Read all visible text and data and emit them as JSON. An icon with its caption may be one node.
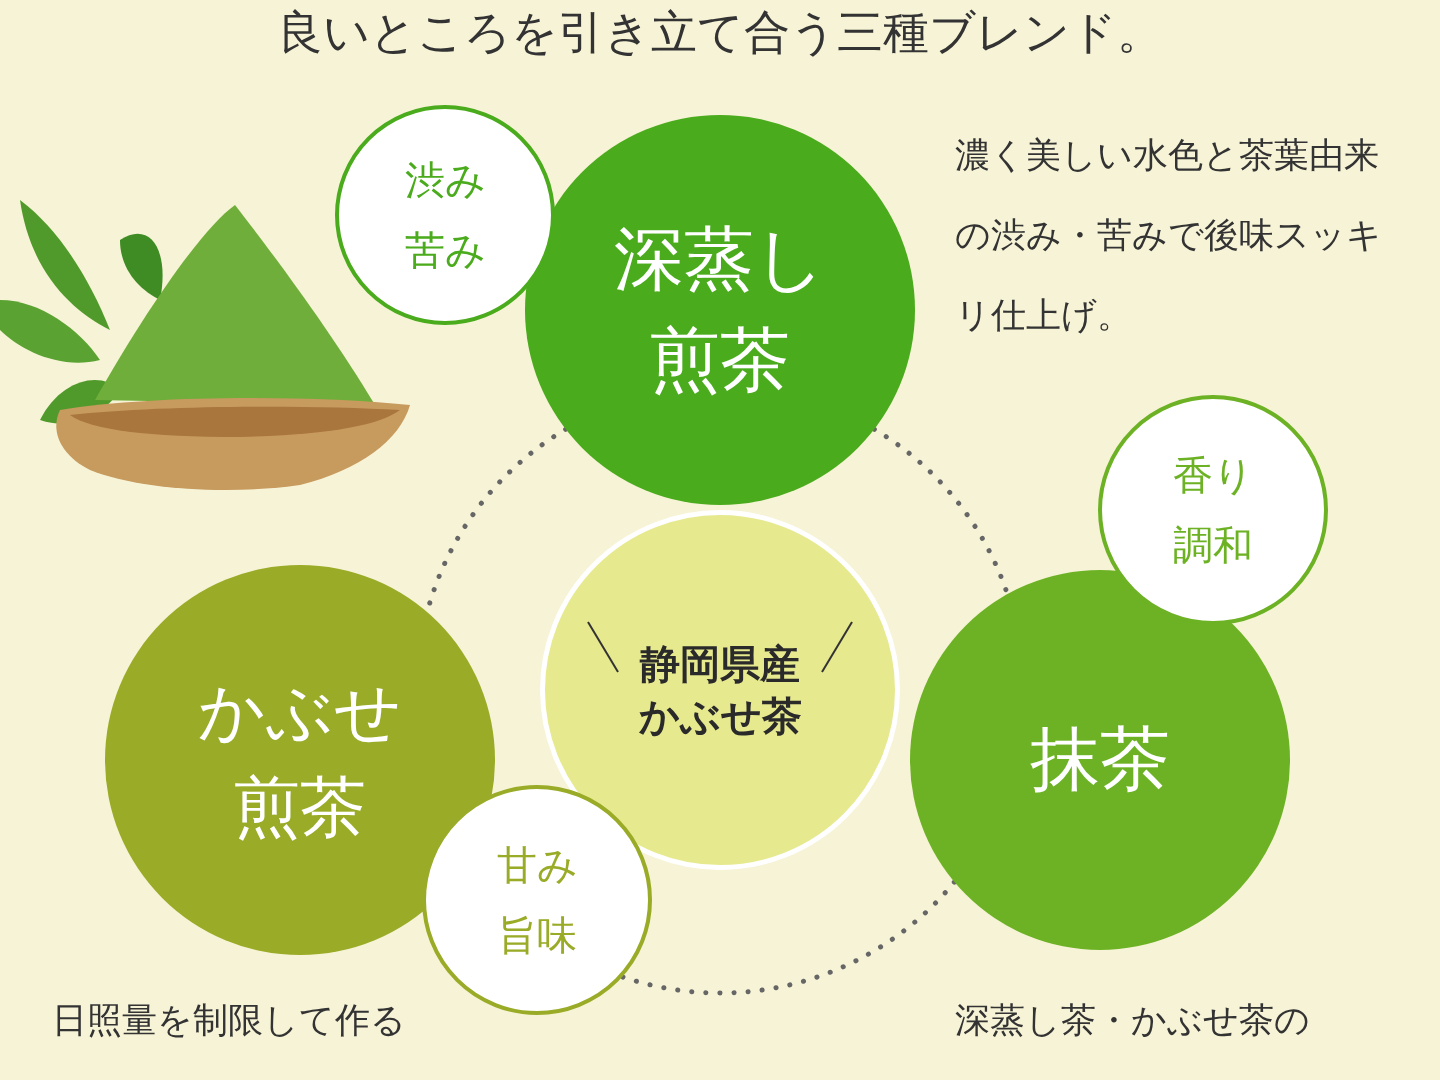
{
  "diagram": {
    "title": "良いところを引き立て合う三種ブレンド。",
    "nodes": [
      {
        "text": [
          "深蒸し煎茶"
        ]
      },
      {
        "text": [
          "渋み苦み"
        ]
      },
      {
        "text": [
          "抹茶"
        ]
      },
      {
        "text": [
          "香り調和"
        ]
      },
      {
        "text": [
          "かぶせ煎茶"
        ]
      },
      {
        "text": [
          "甘み旨味"
        ]
      },
      {
        "text": [
          "静岡県産かぶせ茶"
        ]
      }
    ],
    "edges": [
      {
        "from": 0,
        "to": 4,
        "arrow": "none",
        "style": "dashed"
      },
      {
        "from": 0,
        "to": 2,
        "arrow": "none",
        "style": "dashed"
      },
      {
        "from": 2,
        "to": 5,
        "arrow": "none",
        "style": "dashed"
      }
    ],
    "labels": [
      "濃く美しい水色と茶葉由来の渋み・苦みで後味スッキリ仕上げ。",
      "日照量を制限して作る",
      "深蒸し茶・かぶせ茶の"
    ]
  }
}
